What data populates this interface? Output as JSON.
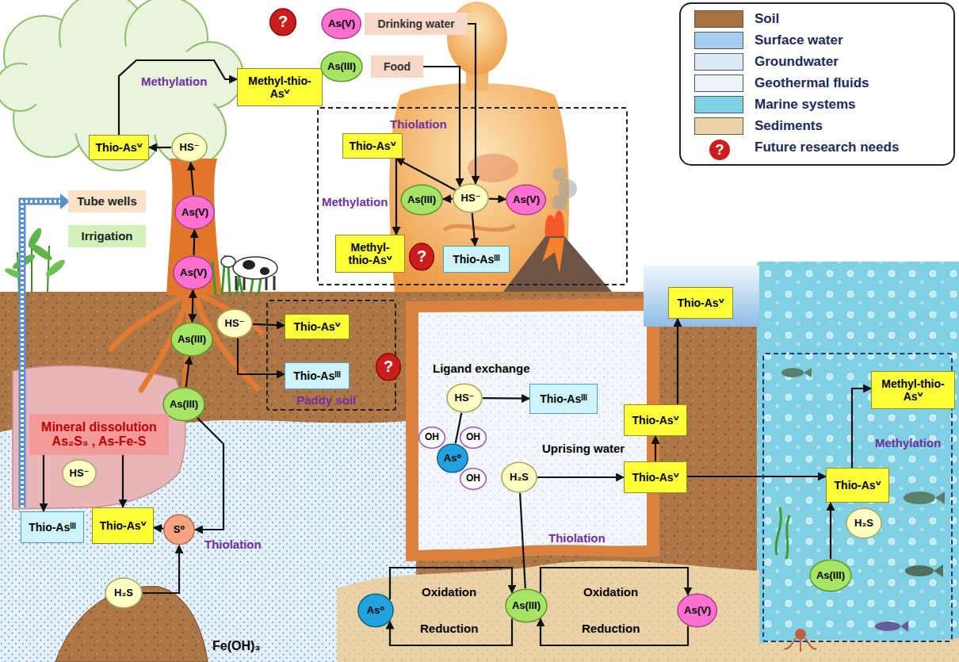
{
  "diagram": {
    "nodes": [
      {
        "text": [
          "?"
        ]
      },
      {
        "text": [
          "Methyl-thio-Asⱽ"
        ]
      },
      {
        "text": [
          "Thio-Asⱽ"
        ]
      },
      {
        "text": [
          "HS⁻"
        ]
      },
      {
        "text": [
          "Tube wells"
        ]
      },
      {
        "text": [
          "As(V)"
        ]
      },
      {
        "text": [
          "Irrigation"
        ]
      },
      {
        "text": [
          "As(V)"
        ]
      },
      {
        "text": [
          "Paddy soil"
        ]
      },
      {
        "text": [
          "Thio-Asⱽ"
        ],
        "in": 8
      },
      {
        "text": [
          "?"
        ],
        "in": 8
      },
      {
        "text": [
          "Thio-Asᴵᴵᴵ"
        ],
        "in": 8
      },
      {
        "text": [
          "HS⁻"
        ]
      },
      {
        "text": [
          "As(III)"
        ]
      },
      {
        "text": [
          "As(III)"
        ]
      },
      {
        "text": [
          "Mineral dissolution As₂S₃ , As-Fe-S"
        ]
      },
      {
        "text": [
          "HS⁻"
        ]
      },
      {
        "text": [
          "Thio-Asᴵᴵᴵ"
        ]
      },
      {
        "text": [
          "Thio-Asⱽ"
        ]
      },
      {
        "text": [
          "S⁰"
        ]
      },
      {
        "text": [
          "H₂S"
        ]
      },
      {
        "text": [
          "As(V)"
        ]
      },
      {
        "text": [
          "Drinking water"
        ]
      },
      {
        "text": [
          "As(III)"
        ]
      },
      {
        "text": [
          "Food"
        ]
      },
      {
        "text": [
          "Thiolation",
          "Methylation"
        ]
      },
      {
        "text": [
          "Thio-Asⱽ"
        ],
        "in": 25
      },
      {
        "text": [
          "As(III)"
        ],
        "in": 25
      },
      {
        "text": [
          "HS⁻"
        ],
        "in": 25
      },
      {
        "text": [
          "As(V)"
        ],
        "in": 25
      },
      {
        "text": [
          "Methyl-thio-Asⱽ"
        ],
        "in": 25
      },
      {
        "text": [
          "?"
        ],
        "in": 25
      },
      {
        "text": [
          "Thio-Asᴵᴵᴵ"
        ],
        "in": 25
      },
      {
        "text": [
          "Thio-Asⱽ"
        ]
      },
      {
        "text": [
          "HS⁻"
        ]
      },
      {
        "text": [
          "Thio-Asᴵᴵᴵ"
        ]
      },
      {
        "text": [
          "Thio-Asⱽ"
        ]
      },
      {
        "text": [
          "OH"
        ]
      },
      {
        "text": [
          "OH"
        ]
      },
      {
        "text": [
          "As⁰"
        ]
      },
      {
        "text": [
          "Thio-Asⱽ"
        ]
      },
      {
        "text": [
          "H₂S"
        ]
      },
      {
        "text": [
          "OH"
        ]
      },
      {
        "text": [
          "Methylation"
        ]
      },
      {
        "text": [
          "Methyl-thio-Asⱽ"
        ],
        "in": 43
      },
      {
        "text": [
          "Thio-Asⱽ"
        ],
        "in": 43
      },
      {
        "text": [
          "H₂S"
        ],
        "in": 43
      },
      {
        "text": [
          "As(III)"
        ],
        "in": 43
      },
      {
        "text": [
          "As⁰"
        ]
      },
      {
        "text": [
          "As(III)"
        ]
      },
      {
        "text": [
          "As(V)"
        ]
      }
    ],
    "edges": [
      {
        "from": 2,
        "to": 1,
        "arrow": "to"
      },
      {
        "from": 3,
        "to": 2,
        "arrow": "to"
      },
      {
        "from": 5,
        "to": 3,
        "arrow": "to"
      },
      {
        "from": 7,
        "to": 5,
        "arrow": "to"
      },
      {
        "from": 13,
        "to": 7,
        "arrow": "both"
      },
      {
        "from": 12,
        "to": 9,
        "arrow": "to"
      },
      {
        "from": 12,
        "to": 11,
        "arrow": "to"
      },
      {
        "from": 14,
        "to": 13,
        "arrow": "to"
      },
      {
        "from": 15,
        "to": 17,
        "arrow": "to"
      },
      {
        "from": 15,
        "to": 18,
        "arrow": "to"
      },
      {
        "from": 14,
        "to": 19,
        "arrow": "to"
      },
      {
        "from": 19,
        "to": 18,
        "arrow": "to"
      },
      {
        "from": 20,
        "to": 19,
        "arrow": "to"
      },
      {
        "from": 22,
        "to": 28,
        "arrow": "to"
      },
      {
        "from": 24,
        "to": 28,
        "arrow": "to"
      },
      {
        "from": 28,
        "to": 26,
        "arrow": "to"
      },
      {
        "from": 28,
        "to": 27,
        "arrow": "to"
      },
      {
        "from": 28,
        "to": 29,
        "arrow": "to"
      },
      {
        "from": 28,
        "to": 32,
        "arrow": "to"
      },
      {
        "from": 26,
        "to": 30,
        "arrow": "to"
      },
      {
        "from": 34,
        "to": 35,
        "arrow": "to"
      },
      {
        "from": 39,
        "to": 34,
        "arrow": "none"
      },
      {
        "from": 49,
        "to": 41,
        "arrow": "none"
      },
      {
        "from": 41,
        "to": 40,
        "arrow": "to"
      },
      {
        "from": 40,
        "to": 36,
        "arrow": "to"
      },
      {
        "from": 36,
        "to": 33,
        "arrow": "to"
      },
      {
        "from": 40,
        "to": 45,
        "arrow": "to"
      },
      {
        "from": 47,
        "to": 45,
        "arrow": "to"
      },
      {
        "from": 45,
        "to": 44,
        "arrow": "to"
      },
      {
        "from": 48,
        "to": 49,
        "arrow": "to",
        "label": "Oxidation"
      },
      {
        "from": 49,
        "to": 48,
        "arrow": "to",
        "label": "Reduction"
      },
      {
        "from": 49,
        "to": 50,
        "arrow": "to",
        "label": "Oxidation"
      },
      {
        "from": 50,
        "to": 49,
        "arrow": "to",
        "label": "Reduction"
      }
    ],
    "labels": [
      "Methylation",
      "Ligand exchange",
      "Uprising water",
      "Thiolation",
      "Thiolation",
      "Fe(OH)₃",
      "?"
    ],
    "legend": [
      {
        "text": "Soil",
        "color": "#a9713f"
      },
      {
        "text": "Surface water",
        "color": "#a9cdee"
      },
      {
        "text": "Groundwater",
        "color": "#dcebf7"
      },
      {
        "text": "Geothermal fluids",
        "color": "#eef3f8"
      },
      {
        "text": "Marine systems",
        "color": "#7fd0e3"
      },
      {
        "text": "Sediments",
        "color": "#ead3a8"
      },
      {
        "text": "Future research needs"
      }
    ]
  }
}
